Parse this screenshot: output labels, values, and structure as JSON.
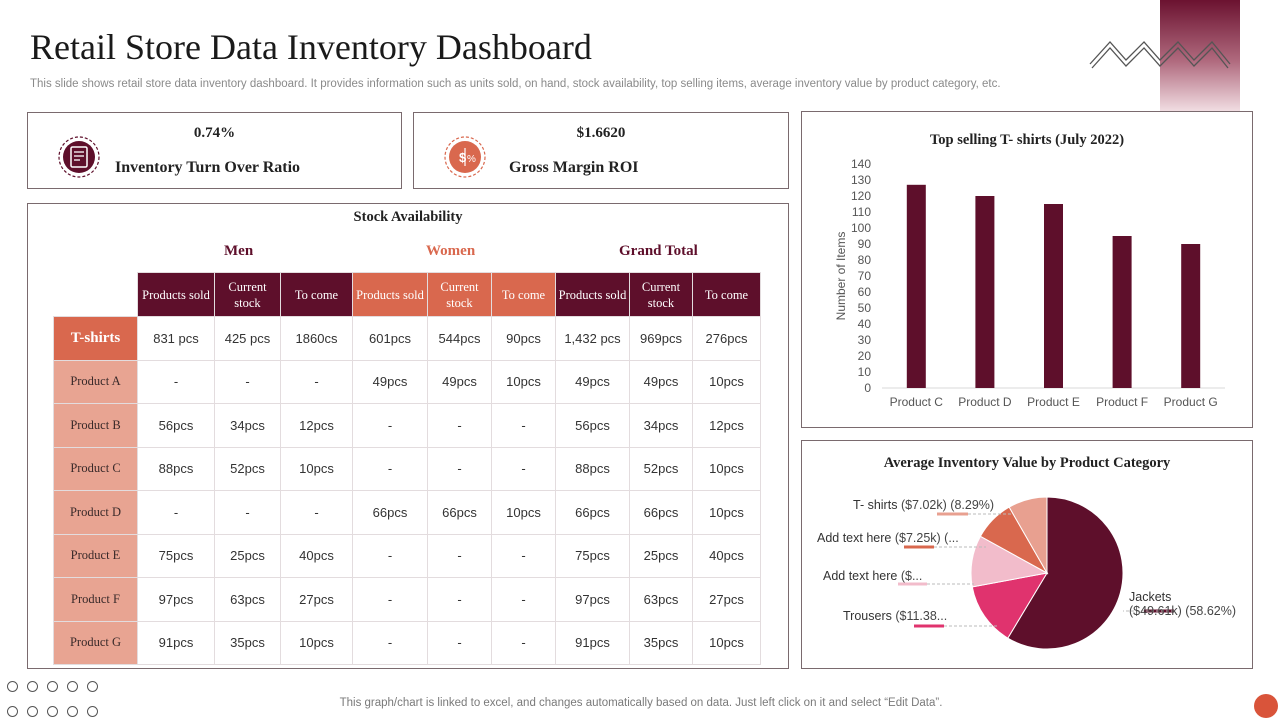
{
  "header": {
    "title": "Retail Store Data Inventory Dashboard",
    "subtitle": "This slide shows retail store data inventory dashboard. It provides information such as units sold, on hand, stock availability, top selling items, average inventory value by product category, etc."
  },
  "kpis": [
    {
      "value": "0.74%",
      "label": "Inventory Turn Over Ratio",
      "icon": "inventory-report-icon"
    },
    {
      "value": "$1.6620",
      "label": "Gross Margin ROI",
      "icon": "dollar-percent-icon"
    }
  ],
  "stock": {
    "title": "Stock Availability",
    "groups": {
      "men": "Men",
      "women": "Women",
      "grand_total": "Grand Total"
    },
    "columns": [
      "Products sold",
      "Current stock",
      "To come"
    ],
    "rows": [
      {
        "label": "T-shirts",
        "cells": [
          "831 pcs",
          "425 pcs",
          "1860cs",
          "601pcs",
          "544pcs",
          "90pcs",
          "1,432 pcs",
          "969pcs",
          "276pcs"
        ]
      },
      {
        "label": "Product A",
        "cells": [
          "-",
          "-",
          "-",
          "49pcs",
          "49pcs",
          "10pcs",
          "49pcs",
          "49pcs",
          "10pcs"
        ]
      },
      {
        "label": "Product B",
        "cells": [
          "56pcs",
          "34pcs",
          "12pcs",
          "-",
          "-",
          "-",
          "56pcs",
          "34pcs",
          "12pcs"
        ]
      },
      {
        "label": "Product C",
        "cells": [
          "88pcs",
          "52pcs",
          "10pcs",
          "-",
          "-",
          "-",
          "88pcs",
          "52pcs",
          "10pcs"
        ]
      },
      {
        "label": "Product D",
        "cells": [
          "-",
          "-",
          "-",
          "66pcs",
          "66pcs",
          "10pcs",
          "66pcs",
          "66pcs",
          "10pcs"
        ]
      },
      {
        "label": "Product E",
        "cells": [
          "75pcs",
          "25pcs",
          "40pcs",
          "-",
          "-",
          "-",
          "75pcs",
          "25pcs",
          "40pcs"
        ]
      },
      {
        "label": "Product F",
        "cells": [
          "97pcs",
          "63pcs",
          "27pcs",
          "-",
          "-",
          "-",
          "97pcs",
          "63pcs",
          "27pcs"
        ]
      },
      {
        "label": "Product G",
        "cells": [
          "91pcs",
          "35pcs",
          "10pcs",
          "-",
          "-",
          "-",
          "91pcs",
          "35pcs",
          "10pcs"
        ]
      }
    ]
  },
  "colors": {
    "maroon": "#5e0f2b",
    "coral": "#d9684e",
    "salmon": "#e8a492",
    "pink": "#e0336e",
    "light_pink": "#f2bccb",
    "peach": "#e8a090",
    "accent_dot": "#d9543a"
  },
  "chart_data": [
    {
      "type": "bar",
      "title": "Top selling T- shirts (July 2022)",
      "categories": [
        "Product C",
        "Product D",
        "Product E",
        "Product F",
        "Product G"
      ],
      "values": [
        127,
        120,
        115,
        95,
        90
      ],
      "xlabel": "",
      "ylabel": "Number of Items",
      "ylim": [
        0,
        140
      ],
      "yticks": [
        0,
        10,
        20,
        30,
        40,
        50,
        60,
        70,
        80,
        90,
        100,
        110,
        120,
        130,
        140
      ],
      "grid": false,
      "color": "#5e0f2b"
    },
    {
      "type": "pie",
      "title": "Average Inventory Value by Product  Category",
      "slices": [
        {
          "label": "Jackets",
          "value_text": "($49.61k)",
          "percent_text": "(58.62%)",
          "percent": 58.62,
          "color": "#5e0f2b"
        },
        {
          "label": "Trousers",
          "value_text": "($11.38...",
          "percent": 13.45,
          "color": "#e0336e"
        },
        {
          "label": "Add text here",
          "value_text": "($...",
          "percent": 10.95,
          "color": "#f2bccb"
        },
        {
          "label": "Add text here",
          "value_text": "($7.25k) (...",
          "percent": 8.69,
          "color": "#d9684e"
        },
        {
          "label": "T- shirts",
          "value_text": "($7.02k)",
          "percent_text": "(8.29%)",
          "percent": 8.29,
          "color": "#e8a090"
        }
      ]
    }
  ],
  "footer": {
    "note": "This graph/chart is linked to excel,  and changes automatically based on data. Just left click on it and select “Edit Data”."
  }
}
